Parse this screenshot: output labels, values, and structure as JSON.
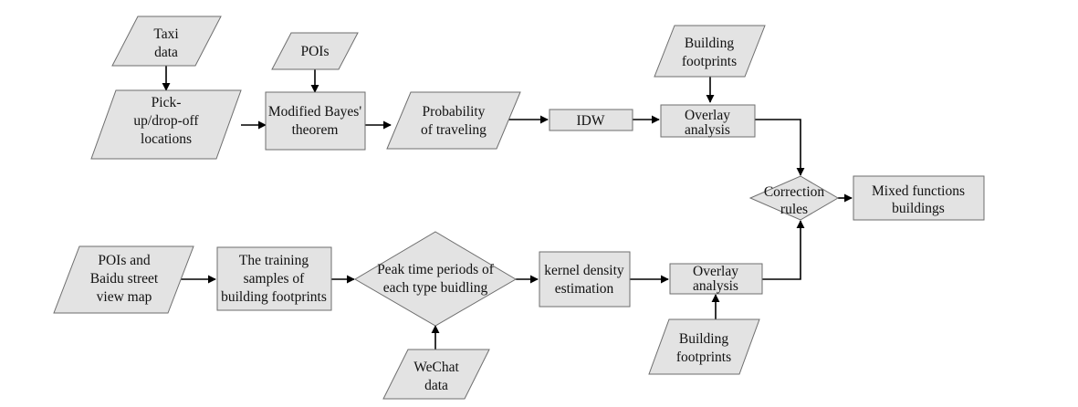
{
  "nodes": {
    "taxi_data": {
      "lines": [
        "Taxi",
        "data"
      ]
    },
    "pois_top": {
      "lines": [
        "POIs"
      ]
    },
    "pickup_dropoff": {
      "lines": [
        "Pick-",
        "up/drop-off",
        "locations"
      ]
    },
    "modified_bayes": {
      "lines": [
        "Modified Bayes'",
        "theorem"
      ]
    },
    "probability_traveling": {
      "lines": [
        "Probability",
        "of traveling"
      ]
    },
    "idw": {
      "lines": [
        "IDW"
      ]
    },
    "building_footprints_top": {
      "lines": [
        "Building",
        "footprints"
      ]
    },
    "overlay_top": {
      "lines": [
        "Overlay",
        "analysis"
      ]
    },
    "correction_rules": {
      "lines": [
        "Correction",
        "rules"
      ]
    },
    "mixed_functions": {
      "lines": [
        "Mixed functions",
        "buildings"
      ]
    },
    "pois_baidu": {
      "lines": [
        "POIs and",
        "Baidu street",
        "view map"
      ]
    },
    "training_samples": {
      "lines": [
        "The training",
        "samples of",
        "building footprints"
      ]
    },
    "peak_time": {
      "lines": [
        "Peak time periods of",
        "each type buidling"
      ]
    },
    "kernel_density": {
      "lines": [
        "kernel density",
        "estimation"
      ]
    },
    "overlay_bottom": {
      "lines": [
        "Overlay",
        "analysis"
      ]
    },
    "building_footprints_bottom": {
      "lines": [
        "Building",
        "footprints"
      ]
    },
    "wechat_data": {
      "lines": [
        "WeChat",
        "data"
      ]
    }
  },
  "edges": [
    {
      "from": "taxi_data",
      "to": "pickup_dropoff"
    },
    {
      "from": "pois_top",
      "to": "modified_bayes"
    },
    {
      "from": "pickup_dropoff",
      "to": "modified_bayes"
    },
    {
      "from": "modified_bayes",
      "to": "probability_traveling"
    },
    {
      "from": "probability_traveling",
      "to": "idw"
    },
    {
      "from": "idw",
      "to": "overlay_top"
    },
    {
      "from": "building_footprints_top",
      "to": "overlay_top"
    },
    {
      "from": "overlay_top",
      "to": "correction_rules"
    },
    {
      "from": "correction_rules",
      "to": "mixed_functions"
    },
    {
      "from": "pois_baidu",
      "to": "training_samples"
    },
    {
      "from": "training_samples",
      "to": "peak_time"
    },
    {
      "from": "peak_time",
      "to": "kernel_density"
    },
    {
      "from": "wechat_data",
      "to": "peak_time"
    },
    {
      "from": "kernel_density",
      "to": "overlay_bottom"
    },
    {
      "from": "building_footprints_bottom",
      "to": "overlay_bottom"
    },
    {
      "from": "overlay_bottom",
      "to": "correction_rules"
    }
  ]
}
